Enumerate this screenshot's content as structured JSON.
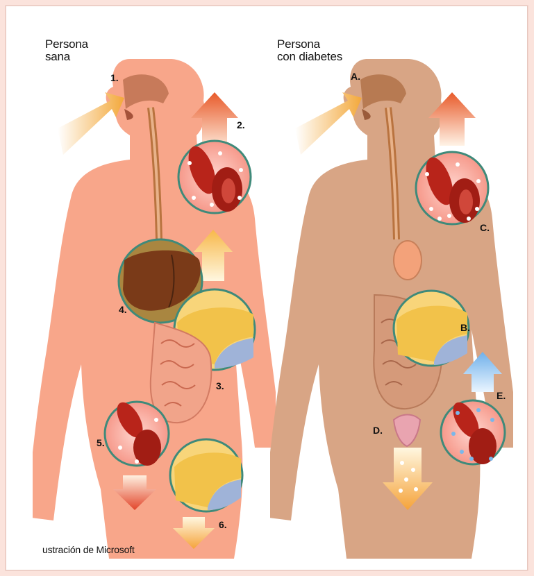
{
  "left_panel": {
    "title": "Persona\nsana",
    "labels": [
      "1.",
      "2.",
      "3.",
      "4.",
      "5.",
      "6."
    ]
  },
  "right_panel": {
    "title": "Persona\ncon diabetes",
    "labels": [
      "A.",
      "B.",
      "C.",
      "D.",
      "E."
    ]
  },
  "credit": "ustración de Microsoft",
  "colors": {
    "healthy_body": "#f8a68a",
    "diabetic_body": "#d8a585",
    "liver": "#8a4520",
    "pancreas": "#f2c24a",
    "blood_cell": "#b8241a",
    "arrow_orange": "#f08a2a",
    "arrow_blue": "#7ab7ea"
  }
}
